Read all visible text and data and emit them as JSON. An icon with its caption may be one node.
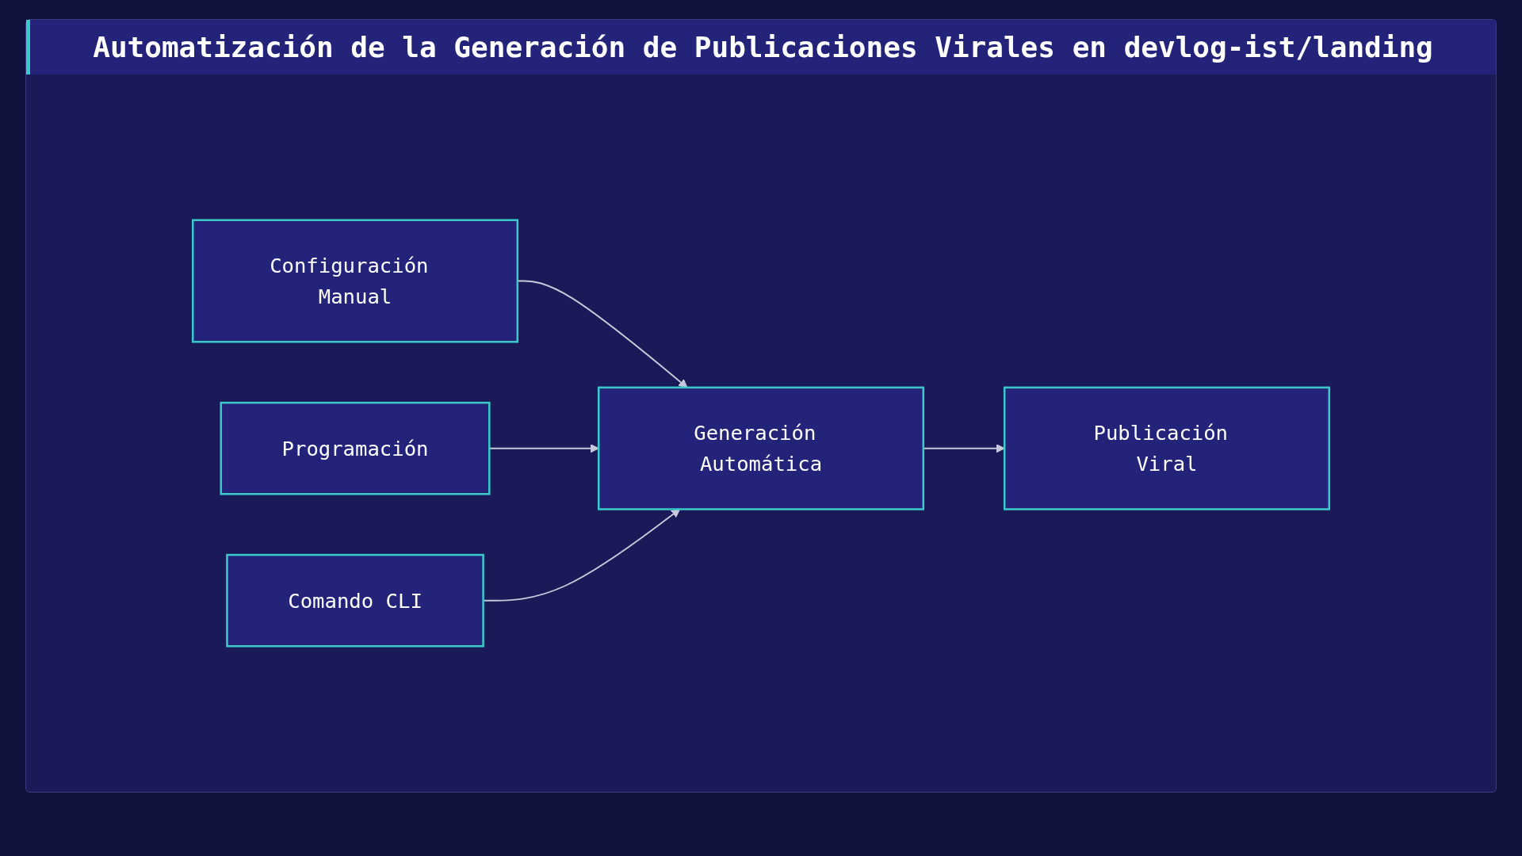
{
  "diagram": {
    "title": "Automatización de la Generación de Publicaciones Virales en devlog-ist/landing",
    "nodes": [
      {
        "text": [
          "Configuración Manual"
        ]
      },
      {
        "text": [
          "Programación"
        ]
      },
      {
        "text": [
          "Comando CLI"
        ]
      },
      {
        "text": [
          "Generación Automática"
        ]
      },
      {
        "text": [
          "Publicación Viral"
        ]
      }
    ],
    "edges": [
      {
        "from": 0,
        "to": 3,
        "arrow": "to"
      },
      {
        "from": 1,
        "to": 3,
        "arrow": "to"
      },
      {
        "from": 2,
        "to": 3,
        "arrow": "to"
      },
      {
        "from": 3,
        "to": 4,
        "arrow": "to"
      }
    ]
  }
}
